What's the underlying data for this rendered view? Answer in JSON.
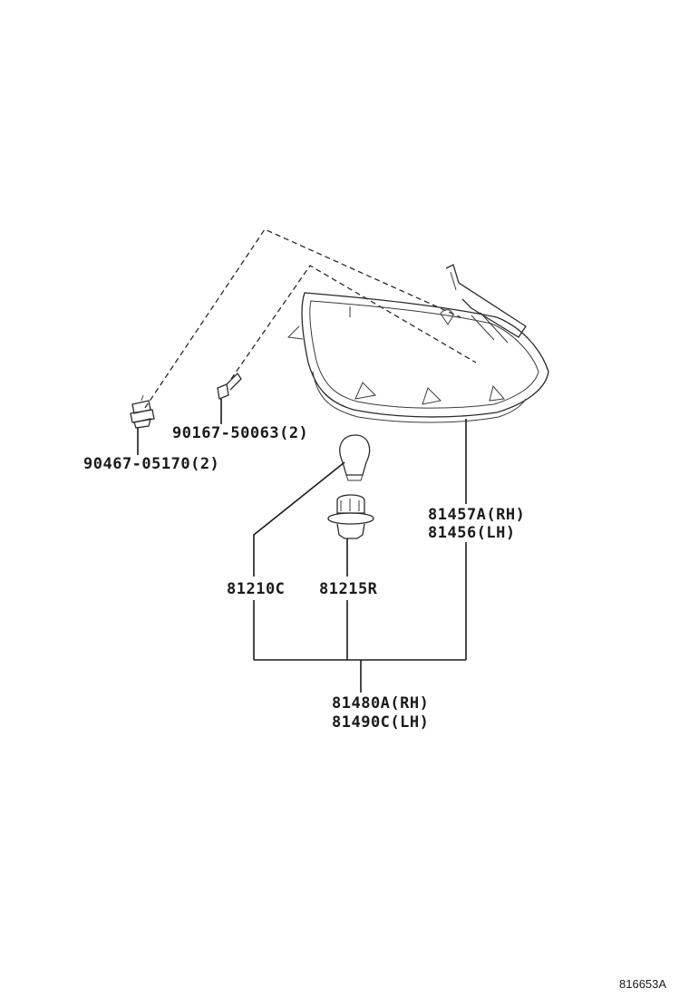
{
  "labels": {
    "clip": "90467-05170(2)",
    "screw": "90167-50063(2)",
    "lens_rh": "81457A(RH)",
    "lens_lh": "81456(LH)",
    "bulb": "81210C",
    "socket": "81215R",
    "assy_rh": "81480A(RH)",
    "assy_lh": "81490C(LH)"
  },
  "diagram_code": "816653A",
  "colors": {
    "line": "#2a2a2a",
    "background": "#ffffff"
  }
}
